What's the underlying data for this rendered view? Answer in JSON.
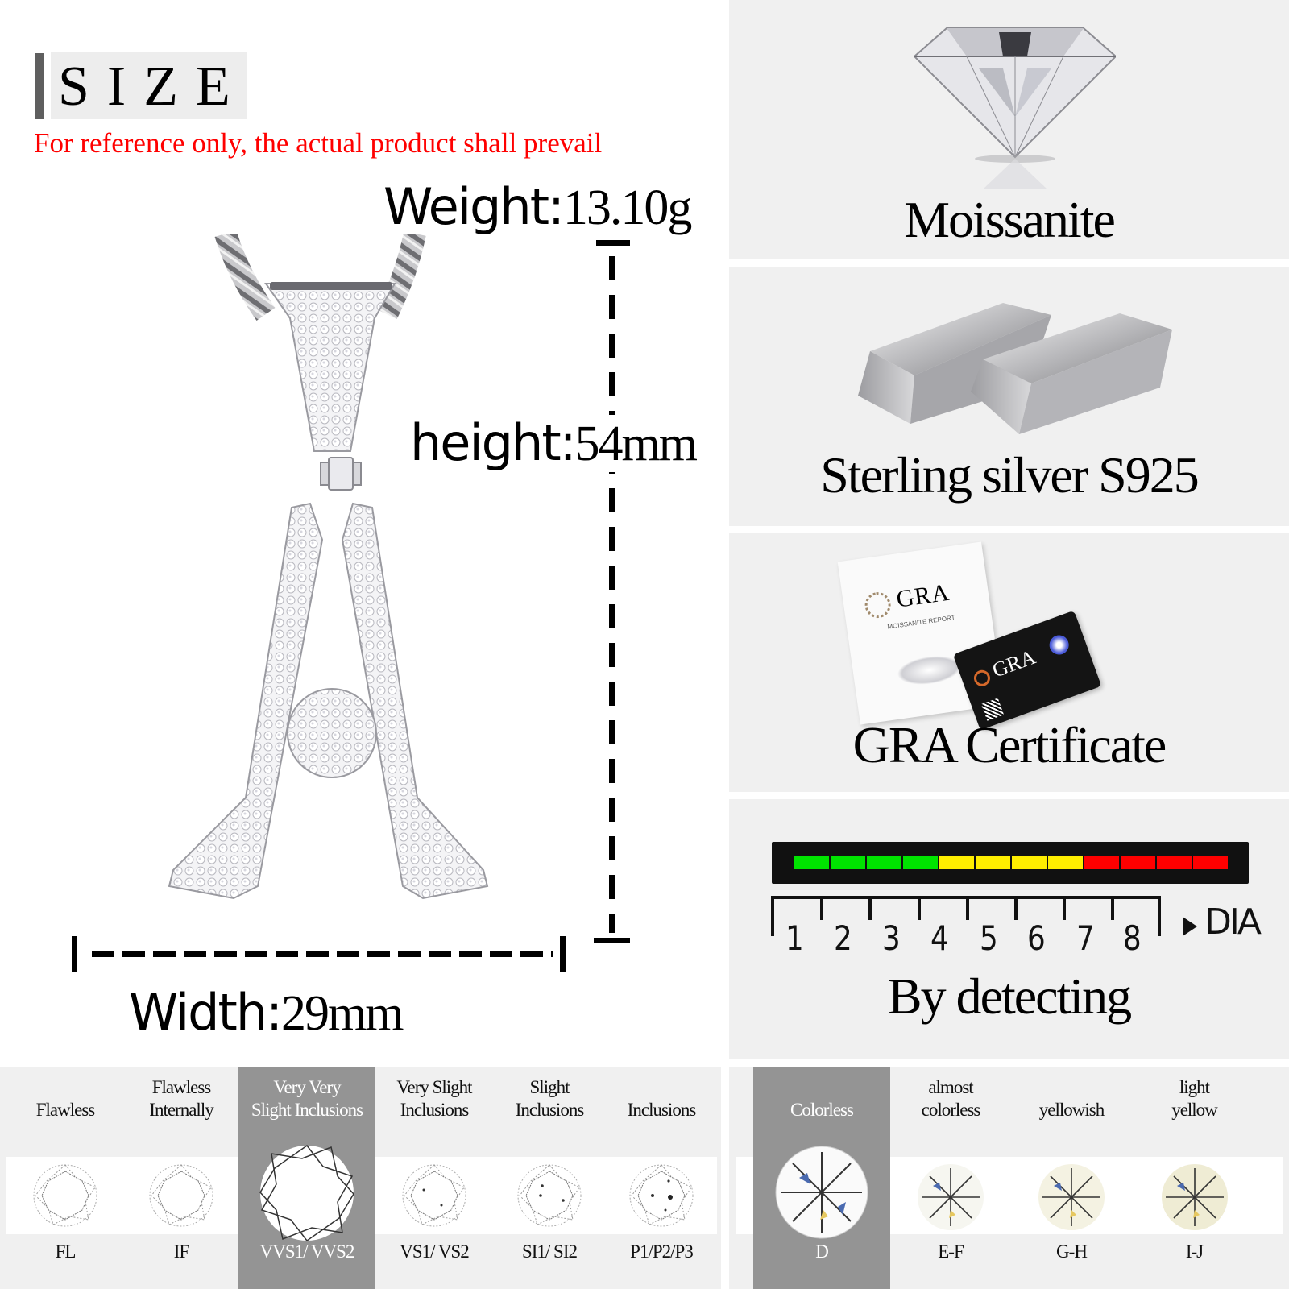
{
  "size": {
    "title": "SIZE",
    "note": "For reference only, the actual product shall prevail",
    "weight_label": "Weight:",
    "weight_value": "13.10g",
    "height_label": "height:",
    "height_value": "54mm",
    "width_label": "Width:",
    "width_value": "29mm"
  },
  "panels": [
    {
      "title": "Moissanite",
      "icon": "diamond-icon"
    },
    {
      "title": "Sterling silver S925",
      "icon": "silver-bars-icon"
    },
    {
      "title": "GRA Certificate",
      "icon": "certificate-icon",
      "report_brand": "GRA",
      "report_subtitle": "MOISSANITE REPORT",
      "card_brand": "GRA"
    },
    {
      "title": "By detecting",
      "icon": "detector-meter-icon"
    }
  ],
  "detector": {
    "segments": [
      "#00e400",
      "#00e400",
      "#00e400",
      "#00e400",
      "#ffee00",
      "#ffee00",
      "#ffee00",
      "#ffee00",
      "#ff0000",
      "#ff0000",
      "#ff0000",
      "#ff0000"
    ],
    "scale": [
      "1",
      "2",
      "3",
      "4",
      "5",
      "6",
      "7",
      "8"
    ],
    "unit_label": "DIA"
  },
  "clarity": {
    "selected_index": 2,
    "columns": [
      {
        "label_line1": "",
        "label_line2": "Flawless",
        "code": "FL",
        "inclusions": 0
      },
      {
        "label_line1": "Flawless",
        "label_line2": "Internally",
        "code": "IF",
        "inclusions": 0
      },
      {
        "label_line1": "Very Very",
        "label_line2": "Slight Inclusions",
        "code": "VVS1/ VVS2",
        "inclusions": 0
      },
      {
        "label_line1": "Very Slight",
        "label_line2": "Inclusions",
        "code": "VS1/ VS2",
        "inclusions": 2
      },
      {
        "label_line1": "Slight",
        "label_line2": "Inclusions",
        "code": "SI1/ SI2",
        "inclusions": 3
      },
      {
        "label_line1": "",
        "label_line2": "Inclusions",
        "code": "P1/P2/P3",
        "inclusions": 4
      }
    ]
  },
  "color_grade": {
    "selected_index": 0,
    "columns": [
      {
        "label_line1": "",
        "label_line2": "Colorless",
        "code": "D",
        "tint": "#ffffff"
      },
      {
        "label_line1": "almost",
        "label_line2": "colorless",
        "code": "E-F",
        "tint": "#f6f6f0"
      },
      {
        "label_line1": "",
        "label_line2": "yellowish",
        "code": "G-H",
        "tint": "#f4f2e2"
      },
      {
        "label_line1": "light",
        "label_line2": "yellow",
        "code": "I-J",
        "tint": "#efecd4"
      }
    ]
  },
  "colors": {
    "warning_text": "#ff0000",
    "panel_bg": "#f0f0f0",
    "selected_col_bg": "#949494"
  }
}
